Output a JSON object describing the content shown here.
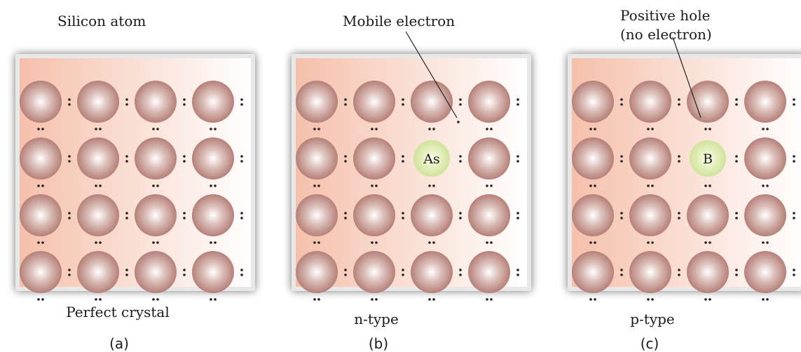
{
  "colors": {
    "bg_left": "#f5c0ab",
    "bg_right": "#ffffff",
    "atom_center": "#ffffff",
    "atom_edge": "#b58078",
    "dopant_center": "#fbfde6",
    "dopant_edge": "#cfe39a",
    "dot": "#222222",
    "line": "#222222"
  },
  "grid": {
    "rows": 4,
    "cols": 4
  },
  "panels": [
    {
      "top_label": "Silicon atom",
      "caption": "Perfect crystal",
      "letter": "(a)",
      "dopant": null
    },
    {
      "top_label": "Mobile electron",
      "caption": "n-type",
      "letter": "(b)",
      "dopant": {
        "row": 1,
        "col": 2,
        "symbol": "As"
      },
      "extra_dot": true
    },
    {
      "top_label_line1": "Positive hole",
      "top_label_line2": "(no electron)",
      "caption": "p-type",
      "letter": "(c)",
      "dopant": {
        "row": 1,
        "col": 2,
        "symbol": "B"
      },
      "missing_dot": true
    }
  ]
}
